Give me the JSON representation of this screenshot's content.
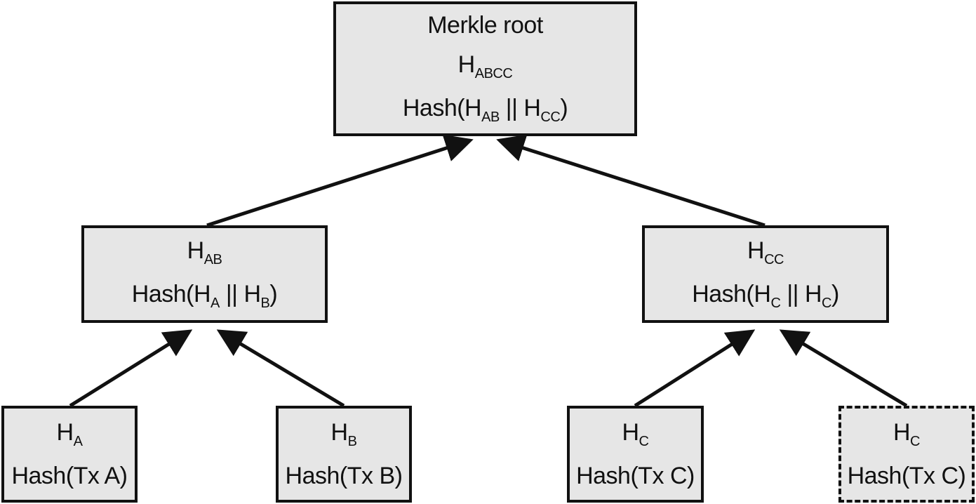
{
  "root": {
    "title": "Merkle root",
    "hash_symbol": "H",
    "hash_sub": "ABCC",
    "formula_prefix": "Hash(H",
    "formula_left_sub": "AB",
    "formula_sep": "|| H",
    "formula_right_sub": "CC",
    "formula_suffix": ")"
  },
  "level1": [
    {
      "hash_symbol": "H",
      "hash_sub": "AB",
      "formula_prefix": "Hash(H",
      "formula_left_sub": "A",
      "formula_sep": "|| H",
      "formula_right_sub": "B",
      "formula_suffix": ")"
    },
    {
      "hash_symbol": "H",
      "hash_sub": "CC",
      "formula_prefix": "Hash(H",
      "formula_left_sub": "C",
      "formula_sep": "|| H",
      "formula_right_sub": "C",
      "formula_suffix": ")"
    }
  ],
  "leaves": [
    {
      "hash_symbol": "H",
      "hash_sub": "A",
      "formula": "Hash(Tx A)",
      "duplicate": false
    },
    {
      "hash_symbol": "H",
      "hash_sub": "B",
      "formula": "Hash(Tx B)",
      "duplicate": false
    },
    {
      "hash_symbol": "H",
      "hash_sub": "C",
      "formula": "Hash(Tx C)",
      "duplicate": false
    },
    {
      "hash_symbol": "H",
      "hash_sub": "C",
      "formula": "Hash(Tx C)",
      "duplicate": true
    }
  ],
  "colors": {
    "node_fill": "#e6e6e6",
    "stroke": "#111111"
  }
}
